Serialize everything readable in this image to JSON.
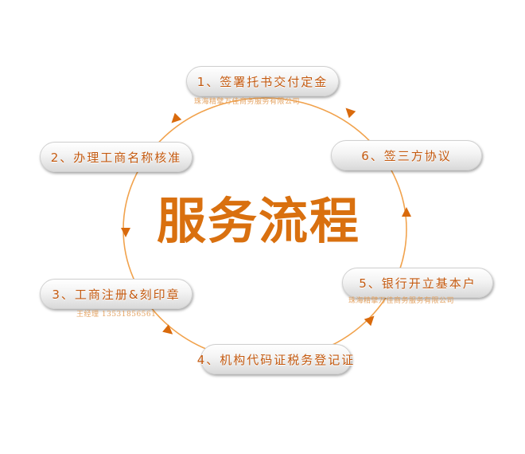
{
  "diagram": {
    "title": "服务流程",
    "steps": [
      {
        "label": "1、签署托书交付定金",
        "sub": "珠海精擘万佳商务服务有限公司"
      },
      {
        "label": "2、办理工商名称核准",
        "sub": ""
      },
      {
        "label": "3、工商注册&刻印章",
        "sub": "王经理 13531856561"
      },
      {
        "label": "4、机构代码证税务登记证",
        "sub": ""
      },
      {
        "label": "5、银行开立基本户",
        "sub": "珠海精擘万佳商务服务有限公司"
      },
      {
        "label": "6、签三方协议",
        "sub": ""
      }
    ],
    "colors": {
      "accent": "#d9700f",
      "text": "#c45a10",
      "ring": "#f1a24c",
      "arrow": "#d96a0c"
    }
  }
}
